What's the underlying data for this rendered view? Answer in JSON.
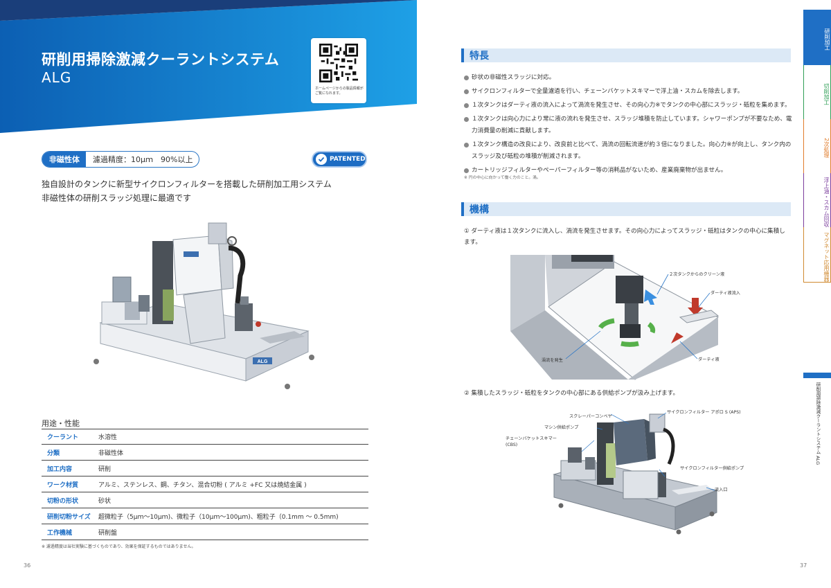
{
  "header": {
    "title": "研削用掃除激減クーラントシステム",
    "model": "ALG",
    "qr_caption": "ホームページからの製品情報がご覧になれます。"
  },
  "badge": {
    "label": "非磁性体",
    "value": "濾過精度：10μｍ　90%以上",
    "patent": "PATENTED"
  },
  "description": [
    "独自設計のタンクに新型サイクロンフィルターを搭載した研削加工用システム",
    "非磁性体の研削スラッジ処理に最適です"
  ],
  "machine_label": "ALG",
  "spec": {
    "title": "用途・性能",
    "rows": [
      {
        "key": "クーラント",
        "value": "水溶性"
      },
      {
        "key": "分類",
        "value": "非磁性体"
      },
      {
        "key": "加工内容",
        "value": "研削"
      },
      {
        "key": "ワーク材質",
        "value": "アルミ、ステンレス、鋼、チタン、混合切粉 ( アルミ +FC 又は焼結金属 )"
      },
      {
        "key": "切粉の形状",
        "value": "砂状"
      },
      {
        "key": "研削切粉サイズ",
        "value": "超微粒子（5μｍ～10μｍ)、微粒子（10μｍ～100μｍ)、粗粒子（0.1mm ～ 0.5mm)"
      },
      {
        "key": "工作機械",
        "value": "研削盤"
      }
    ],
    "note": "※ 濾過精度は当社実験に基づくものであり、効果を保証するものではありません。"
  },
  "page_numbers": {
    "left": "36",
    "right": "37"
  },
  "features": {
    "title": "特長",
    "items": [
      "砂状の非磁性スラッジに対応。",
      "サイクロンフィルターで全量濾過を行い、チェーンバケットスキマーで浮上油・スカムを除去します。",
      "１次タンクはダーティ液の流入によって渦流を発生させ、その向心力※でタンクの中心部にスラッジ・砥粒を集めます。",
      " １次タンクは向心力により常に液の流れを発生させ、スラッジ堆積を防止しています。シャワーポンプが不要なため、電力消費量の削減に貢献します。",
      "１次タンク構造の改良により、改良前と比べて、渦流の回転流速が約３倍になりました。向心力※が向上し、タンク内のスラッジ及び砥粒の堆積が削減されます。",
      "カートリッジフィルターやペーパーフィルター等の消耗品がないため、産業廃棄物が出ません。"
    ],
    "note": "※ 円の中心に向かって働く力のこと。渦。"
  },
  "mechanism": {
    "title": "機構",
    "step1": "① ダーティ液は１次タンクに流入し、渦流を発生させます。その向心力によってスラッジ・砥粒はタンクの中心に集積します。",
    "step2": "② 集積したスラッジ・砥粒をタンクの中心部にある供給ポンプが汲み上げます。",
    "diagram1": {
      "clean_from_tank2": "２次タンクからのクリーン液",
      "dirty_inflow": "ダーティ液流入",
      "vortex": "渦流を発生",
      "dirty_liquid": "ダーティ液"
    },
    "diagram2": {
      "scraper_conveyor": "スクレーパーコンベヤ",
      "machine_pump": "マシン供給ポンプ",
      "cbs": "チェーンバケットスキマー\n(CBS)",
      "aps": "サイクロンフィルター アポロ S (APS)",
      "cyclone_pump": "サイクロンフィルター供給ポンプ",
      "inlet": "流入口"
    }
  },
  "side_tabs": [
    {
      "label": "研削加工",
      "color": "#1f6fc5",
      "active": true
    },
    {
      "label": "切削加工",
      "color": "#2e9e55",
      "active": false
    },
    {
      "label": "2次処理",
      "color": "#e07b2a",
      "active": false
    },
    {
      "label": "浮上油・スカム回収",
      "color": "#7a3c9c",
      "active": false
    },
    {
      "label": "マグネット応用機器",
      "color": "#d08a30",
      "active": false
    }
  ],
  "side_label": "研削用掃除激減クーラントシステム ALG",
  "colors": {
    "brand": "#1f6fc5",
    "header": "#1b7fd0"
  }
}
